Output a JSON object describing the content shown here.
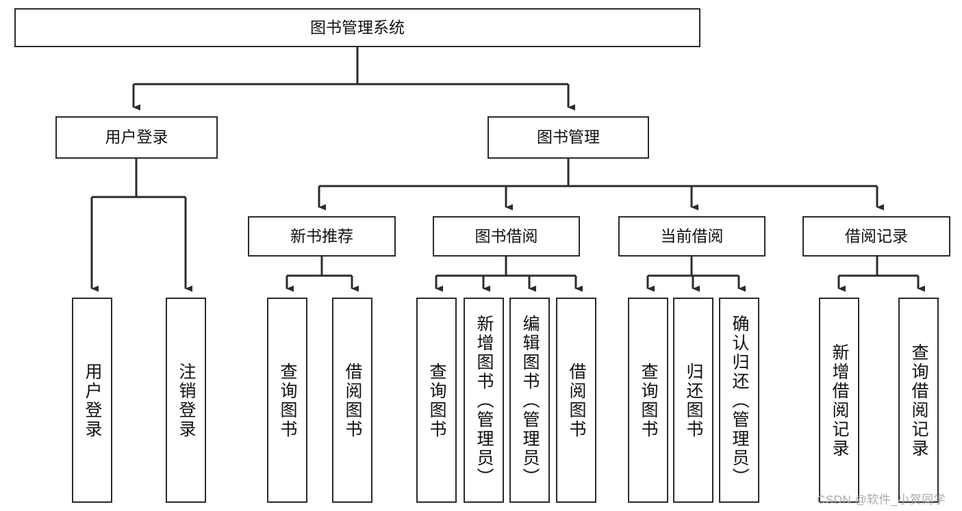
{
  "diagram": {
    "type": "tree-hierarchy-chart",
    "title": "图书管理系统",
    "watermark": "CSDN @软件_小贺同学",
    "style": {
      "box_border_color": "#2b2b2b",
      "box_fill_color": "#ffffff",
      "connector_color": "#2b2b2b",
      "text_color": "#111111",
      "background": "#ffffff"
    },
    "levels": {
      "level1": [
        {
          "id": "root",
          "label": "图书管理系统",
          "orientation": "horizontal"
        }
      ],
      "level2": [
        {
          "id": "user-login",
          "label": "用户登录",
          "orientation": "horizontal"
        },
        {
          "id": "book-manage",
          "label": "图书管理",
          "orientation": "horizontal"
        }
      ],
      "level3": [
        {
          "id": "new-book-recommend",
          "label": "新书推荐",
          "orientation": "horizontal"
        },
        {
          "id": "book-borrow",
          "label": "图书借阅",
          "orientation": "horizontal"
        },
        {
          "id": "current-borrow",
          "label": "当前借阅",
          "orientation": "horizontal"
        },
        {
          "id": "borrow-record",
          "label": "借阅记录",
          "orientation": "horizontal"
        }
      ],
      "level4": [
        {
          "id": "leaf-user-login",
          "label": "用户登录",
          "orientation": "vertical",
          "parent": "user-login"
        },
        {
          "id": "leaf-user-logout",
          "label": "注销登录",
          "orientation": "vertical",
          "parent": "user-login"
        },
        {
          "id": "leaf-query-book-1",
          "label": "查询图书",
          "orientation": "vertical",
          "parent": "new-book-recommend"
        },
        {
          "id": "leaf-borrow-book-1",
          "label": "借阅图书",
          "orientation": "vertical",
          "parent": "new-book-recommend"
        },
        {
          "id": "leaf-query-book-2",
          "label": "查询图书",
          "orientation": "vertical",
          "parent": "book-borrow"
        },
        {
          "id": "leaf-add-book",
          "label": "新增图书（管理员）",
          "orientation": "vertical",
          "parent": "book-borrow"
        },
        {
          "id": "leaf-edit-book",
          "label": "编辑图书（管理员）",
          "orientation": "vertical",
          "parent": "book-borrow"
        },
        {
          "id": "leaf-borrow-book-2",
          "label": "借阅图书",
          "orientation": "vertical",
          "parent": "book-borrow"
        },
        {
          "id": "leaf-query-book-3",
          "label": "查询图书",
          "orientation": "vertical",
          "parent": "current-borrow"
        },
        {
          "id": "leaf-return-book",
          "label": "归还图书",
          "orientation": "vertical",
          "parent": "current-borrow"
        },
        {
          "id": "leaf-confirm-return",
          "label": "确认归还（管理员）",
          "orientation": "vertical",
          "parent": "current-borrow"
        },
        {
          "id": "leaf-add-record",
          "label": "新增借阅记录",
          "orientation": "vertical",
          "parent": "borrow-record"
        },
        {
          "id": "leaf-query-record",
          "label": "查询借阅记录",
          "orientation": "vertical",
          "parent": "borrow-record"
        }
      ]
    }
  }
}
